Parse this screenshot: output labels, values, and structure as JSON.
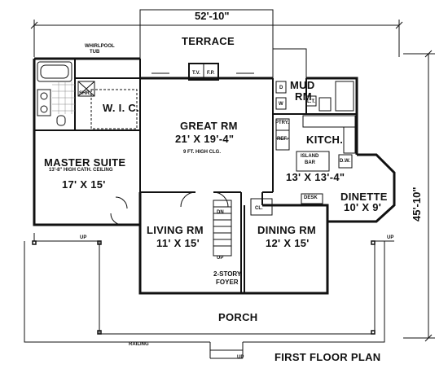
{
  "overall": {
    "width_dim": "52'-10\"",
    "depth_dim": "45'-10\""
  },
  "plan_title": "FIRST FLOOR PLAN",
  "rooms": {
    "terrace": "TERRACE",
    "whirlpool": {
      "line1": "WHIRLPOOL",
      "line2": "TUB"
    },
    "shower": "SHR.",
    "wic": "W. I. C.",
    "master": {
      "name": "MASTER SUITE",
      "note": "13'-8\" HIGH CATH. CEILING",
      "size": "17' X 15'"
    },
    "great": {
      "name": "GREAT RM",
      "size": "21' X 19'-4\"",
      "note": "9 FT. HIGH CLG."
    },
    "tv": "T.V.",
    "fireplace": "F.P.",
    "mud": {
      "line1": "MUD",
      "line2": "RM"
    },
    "dryer": "D",
    "washer": "W",
    "laundry_tub": "L.T.",
    "pantry": "PTRY.",
    "refrigerator": "REF.",
    "kitchen": {
      "name": "KITCH.",
      "size": "13' X 13'-4\""
    },
    "island": {
      "line1": "ISLAND",
      "line2": "BAR"
    },
    "dishwasher": "D.W.",
    "desk": "DESK",
    "dinette": {
      "name": "DINETTE",
      "size": "10' X 9'"
    },
    "living": {
      "name": "LIVING RM",
      "size": "11' X 15'"
    },
    "dining": {
      "name": "DINING RM",
      "size": "12' X 15'"
    },
    "closet": "CL.",
    "foyer": {
      "line1": "2-STORY",
      "line2": "FOYER"
    },
    "porch": "PORCH",
    "railing": "RAILING",
    "stair_dn": "DN",
    "stair_up": "UP",
    "porch_up_left": "UP",
    "porch_up_right": "UP",
    "porch_up_front": "UP"
  }
}
